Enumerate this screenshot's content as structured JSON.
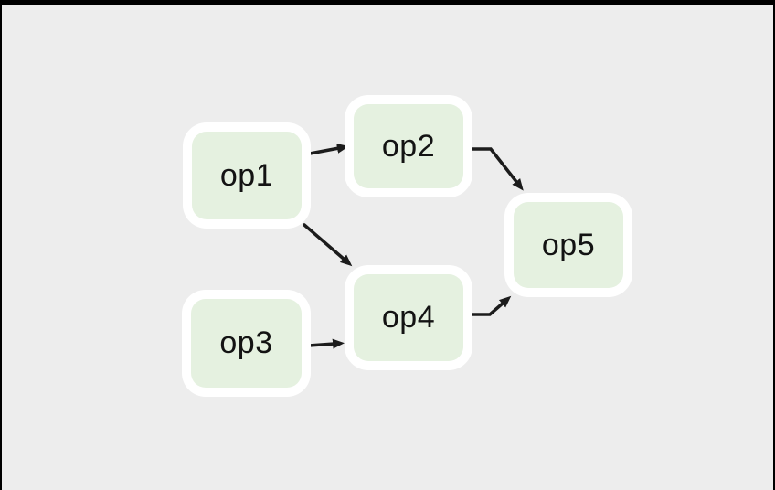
{
  "window": {
    "frame_color": "#000000",
    "background_color": "#ededed"
  },
  "diagram": {
    "type": "flowchart-dag",
    "direction": "left-to-right",
    "node_fill_color": "#e5f1e0",
    "node_border_color": "#ffffff",
    "edge_color": "#1c1c1c",
    "label_color": "#131313",
    "nodes": [
      {
        "id": "op1",
        "label": "op1"
      },
      {
        "id": "op2",
        "label": "op2"
      },
      {
        "id": "op3",
        "label": "op3"
      },
      {
        "id": "op4",
        "label": "op4"
      },
      {
        "id": "op5",
        "label": "op5"
      }
    ],
    "edges": [
      {
        "from": "op1",
        "to": "op2"
      },
      {
        "from": "op1",
        "to": "op4"
      },
      {
        "from": "op2",
        "to": "op5"
      },
      {
        "from": "op3",
        "to": "op4"
      },
      {
        "from": "op4",
        "to": "op5"
      }
    ]
  }
}
